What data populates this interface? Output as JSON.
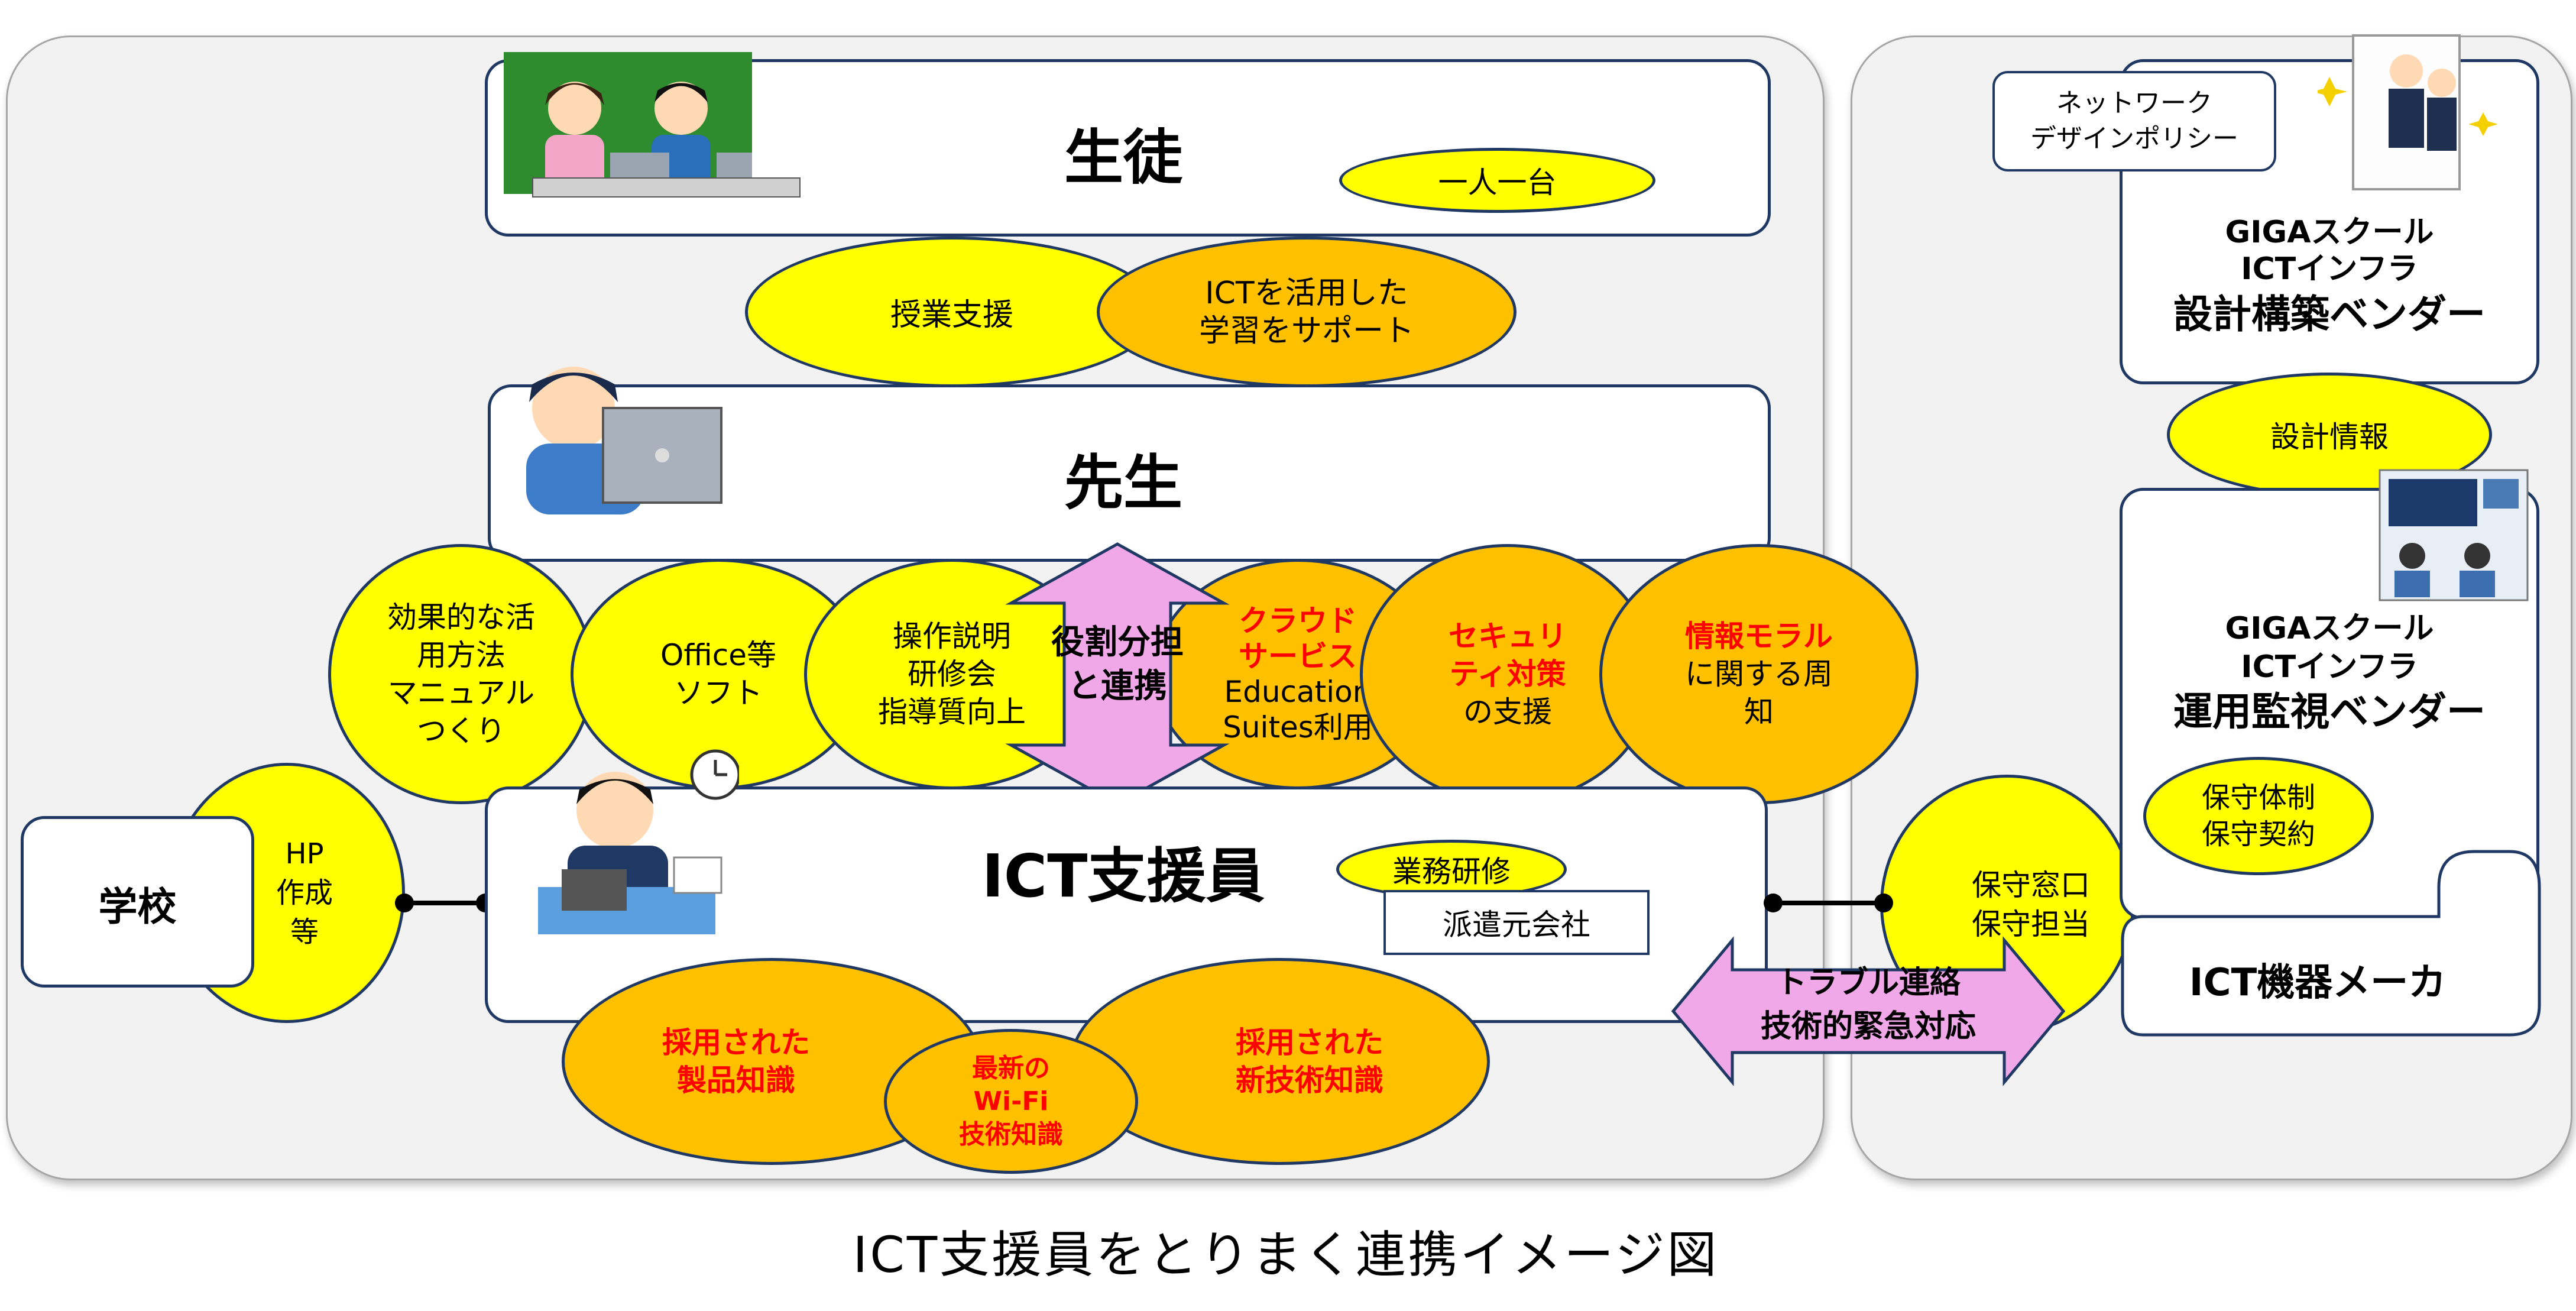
{
  "student": {
    "title": "生徒",
    "badge": "一人一台"
  },
  "support_ellipses": {
    "lesson": "授業支援",
    "ict_learning": "ICTを活用した\n学習をサポート"
  },
  "teacher": {
    "title": "先生"
  },
  "teacher_items": {
    "manual": "効果的な活\n用方法\nマニュアル\nつくり",
    "office": "Office等\nソフト",
    "training": "操作説明\n研修会\n指導質向上",
    "cloud_red": "クラウド\nサービス",
    "cloud_black": "Education\nSuites利用",
    "security_red": "セキュリ\nティ対策",
    "security_black": "の支援",
    "moral_red": "情報モラル",
    "moral_black": "に関する周\n知"
  },
  "role_arrow": "役割分担\nと連携",
  "school": {
    "title": "学校",
    "hp": "HP\n作成\n等"
  },
  "ict_staff": {
    "title": "ICT支援員",
    "training": "業務研修",
    "dispatch": "派遣元会社"
  },
  "knowledge": {
    "products": "採用された\n製品知識",
    "wifi": "最新の\nWi-Fi\n技術知識",
    "new_tech": "採用された\n新技術知識"
  },
  "trouble_arrow": "トラブル連絡\n技術的緊急対応",
  "maintenance_window": "保守窓口\n保守担当",
  "network_policy": "ネットワーク\nデザインポリシー",
  "design_vendor": {
    "line1": "GIGAスクール",
    "line2": "ICTインフラ",
    "line3": "設計構築ベンダー"
  },
  "design_info": "設計情報",
  "ops_vendor": {
    "line1": "GIGAスクール",
    "line2": "ICTインフラ",
    "line3": "運用監視ベンダー",
    "contract": "保守体制\n保守契約"
  },
  "maker": "ICT機器メーカ",
  "caption": "ICT支援員をとりまく連携イメージ図"
}
